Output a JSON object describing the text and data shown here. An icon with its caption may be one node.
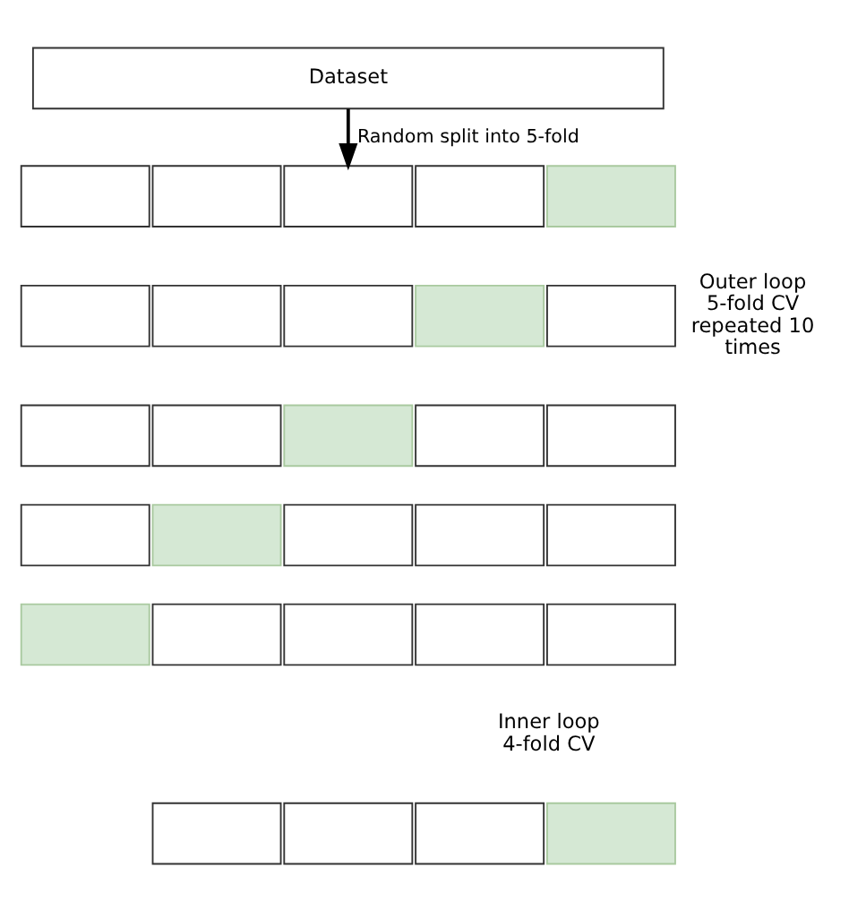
{
  "diagram": {
    "nodes": [
      {
        "text": [
          "Dataset"
        ]
      },
      {
        "text": [],
        "shape": "box"
      },
      {
        "text": [],
        "shape": "box"
      },
      {
        "text": [],
        "shape": "box"
      },
      {
        "text": [],
        "shape": "box"
      },
      {
        "text": [],
        "shape": "box"
      },
      {
        "text": [],
        "shape": "box"
      },
      {
        "text": [],
        "shape": "box"
      },
      {
        "text": [],
        "shape": "box"
      },
      {
        "text": [],
        "shape": "box"
      },
      {
        "text": [],
        "shape": "box"
      },
      {
        "text": [],
        "shape": "box"
      },
      {
        "text": [],
        "shape": "box"
      },
      {
        "text": [],
        "shape": "box"
      },
      {
        "text": [],
        "shape": "box"
      },
      {
        "text": [],
        "shape": "box"
      },
      {
        "text": [],
        "shape": "box"
      },
      {
        "text": [],
        "shape": "box"
      },
      {
        "text": [],
        "shape": "box"
      },
      {
        "text": [],
        "shape": "box"
      },
      {
        "text": [],
        "shape": "box"
      },
      {
        "text": [],
        "shape": "box"
      },
      {
        "text": [],
        "shape": "box"
      },
      {
        "text": [],
        "shape": "box"
      },
      {
        "text": [],
        "shape": "box"
      },
      {
        "text": [],
        "shape": "box"
      },
      {
        "text": [],
        "shape": "box"
      },
      {
        "text": [],
        "shape": "box"
      },
      {
        "text": [],
        "shape": "box"
      },
      {
        "text": [],
        "shape": "box"
      }
    ],
    "edges": [
      {
        "from": 0,
        "to": 3,
        "label": "Random split into 5-fold",
        "arrow": "to"
      }
    ],
    "labels": [
      "Outer loop 5-fold CV repeated 10 times",
      "Inner loop 4-fold CV"
    ]
  }
}
